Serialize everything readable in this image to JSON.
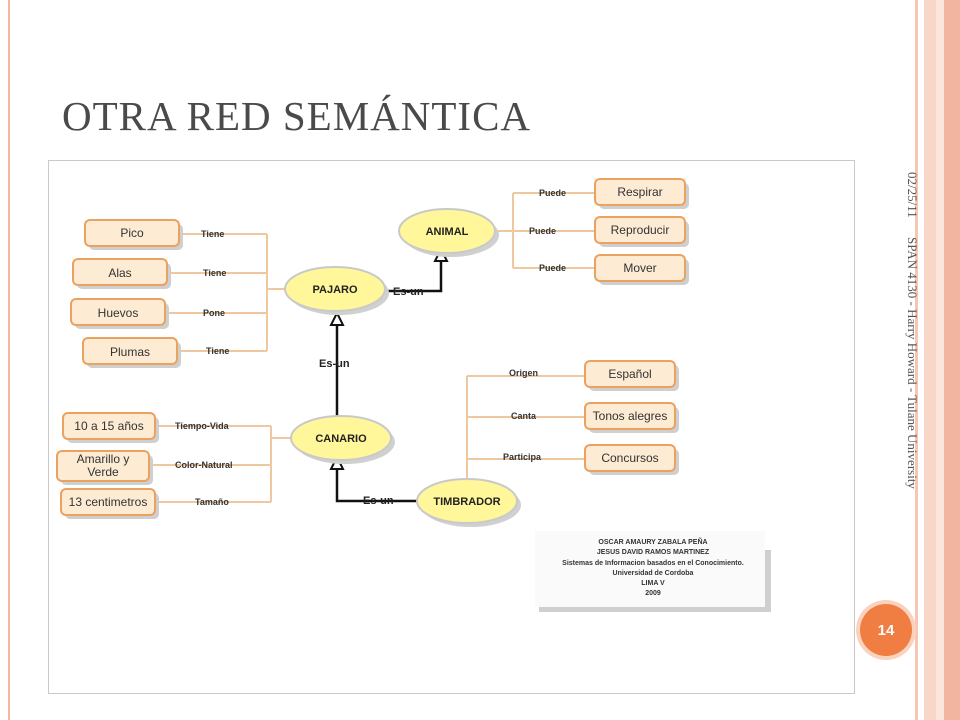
{
  "slide": {
    "title": "OTRA RED SEMÁNTICA",
    "date": "02/25/11",
    "course": "SPAN 4130 - Harry Howard - Tulane University",
    "page_number": "14"
  },
  "diagram": {
    "concepts": {
      "animal": "ANIMAL",
      "pajaro": "PAJARO",
      "canario": "CANARIO",
      "timbrador": "TIMBRADOR"
    },
    "isa_label": "Es-un",
    "animal_relations": [
      {
        "link": "Puede",
        "value": "Respirar"
      },
      {
        "link": "Puede",
        "value": "Reproducir"
      },
      {
        "link": "Puede",
        "value": "Mover"
      }
    ],
    "pajaro_relations": [
      {
        "link": "Tiene",
        "value": "Pico"
      },
      {
        "link": "Tiene",
        "value": "Alas"
      },
      {
        "link": "Pone",
        "value": "Huevos"
      },
      {
        "link": "Tiene",
        "value": "Plumas"
      }
    ],
    "canario_relations": [
      {
        "link": "Tiempo-Vida",
        "value": "10 a 15 años"
      },
      {
        "link": "Color-Natural",
        "value_line1": "Amarillo y",
        "value_line2": "Verde"
      },
      {
        "link": "Tamaño",
        "value": "13 centimetros"
      }
    ],
    "timbrador_relations": [
      {
        "link": "Origen",
        "value": "Español"
      },
      {
        "link": "Canta",
        "value": "Tonos alegres"
      },
      {
        "link": "Participa",
        "value": "Concursos"
      }
    ],
    "credits": [
      "OSCAR AMAURY ZABALA PEÑA",
      "JESUS DAVID RAMOS MARTINEZ",
      "Sistemas de Informacion basados en el Conocimiento.",
      "Universidad de Cordoba",
      "LIMA V",
      "2009"
    ]
  }
}
